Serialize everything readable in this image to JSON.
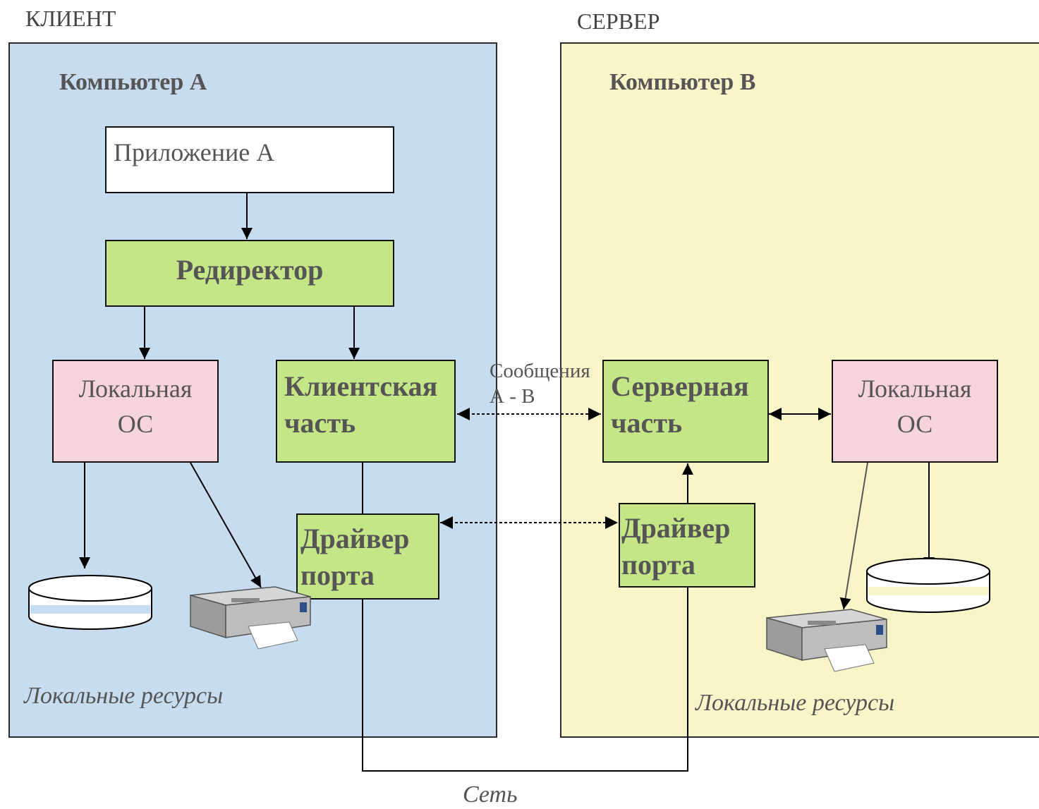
{
  "labels": {
    "client": "КЛИЕНТ",
    "server": "СЕРВЕР",
    "network": "Сеть",
    "messages": "Сообщения",
    "messages_ab": "А - В"
  },
  "computer_a": {
    "title": "Компьютер А",
    "app": "Приложение А",
    "redirector": "Редиректор",
    "local_os_1": "Локальная",
    "local_os_2": "ОС",
    "client_part_1": "Клиентская",
    "client_part_2": "часть",
    "port_driver_1": "Драйвер",
    "port_driver_2": "порта",
    "local_resources": "Локальные ресурсы"
  },
  "computer_b": {
    "title": "Компьютер В",
    "server_part_1": "Серверная",
    "server_part_2": "часть",
    "local_os_1": "Локальная",
    "local_os_2": "ОС",
    "port_driver_1": "Драйвер",
    "port_driver_2": "порта",
    "local_resources": "Локальные ресурсы"
  },
  "colors": {
    "client_panel": "#c8dcef",
    "server_panel": "#faf5c8",
    "green_box": "#c5e686",
    "pink_box": "#f7d3dc"
  }
}
